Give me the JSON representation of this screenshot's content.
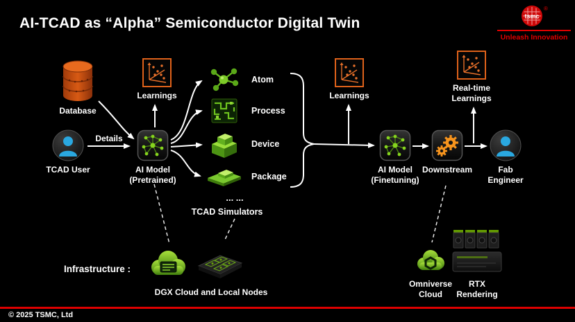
{
  "title": "AI-TCAD as “Alpha” Semiconductor Digital Twin",
  "logo": {
    "brand": "tsmc",
    "registered": "®",
    "tagline": "Unleash Innovation"
  },
  "flow": {
    "database": "Database",
    "learnings_left": "Learnings",
    "tcad_user": "TCAD User",
    "details_arrow": "Details",
    "ai_pretrained": "AI Model\n(Pretrained)",
    "simulators": [
      "Atom",
      "Process",
      "Device",
      "Package"
    ],
    "ellipsis": "... ...",
    "simulators_title": "TCAD Simulators",
    "learnings_mid": "Learnings",
    "ai_finetuning": "AI Model\n(Finetuning)",
    "downstream": "Downstream",
    "fab_engineer": "Fab\nEngineer",
    "realtime_learnings": "Real-time\nLearnings"
  },
  "infrastructure": {
    "label": "Infrastructure :",
    "dgx": "DGX Cloud and Local Nodes",
    "omniverse": "Omniverse\nCloud",
    "rtx": "RTX\nRendering"
  },
  "footer": {
    "copyright": "© 2025 TSMC, Ltd"
  },
  "colors": {
    "orange": "#e8601c",
    "green": "#76b900",
    "blue": "#2aa8e0",
    "red": "#dd0000"
  }
}
